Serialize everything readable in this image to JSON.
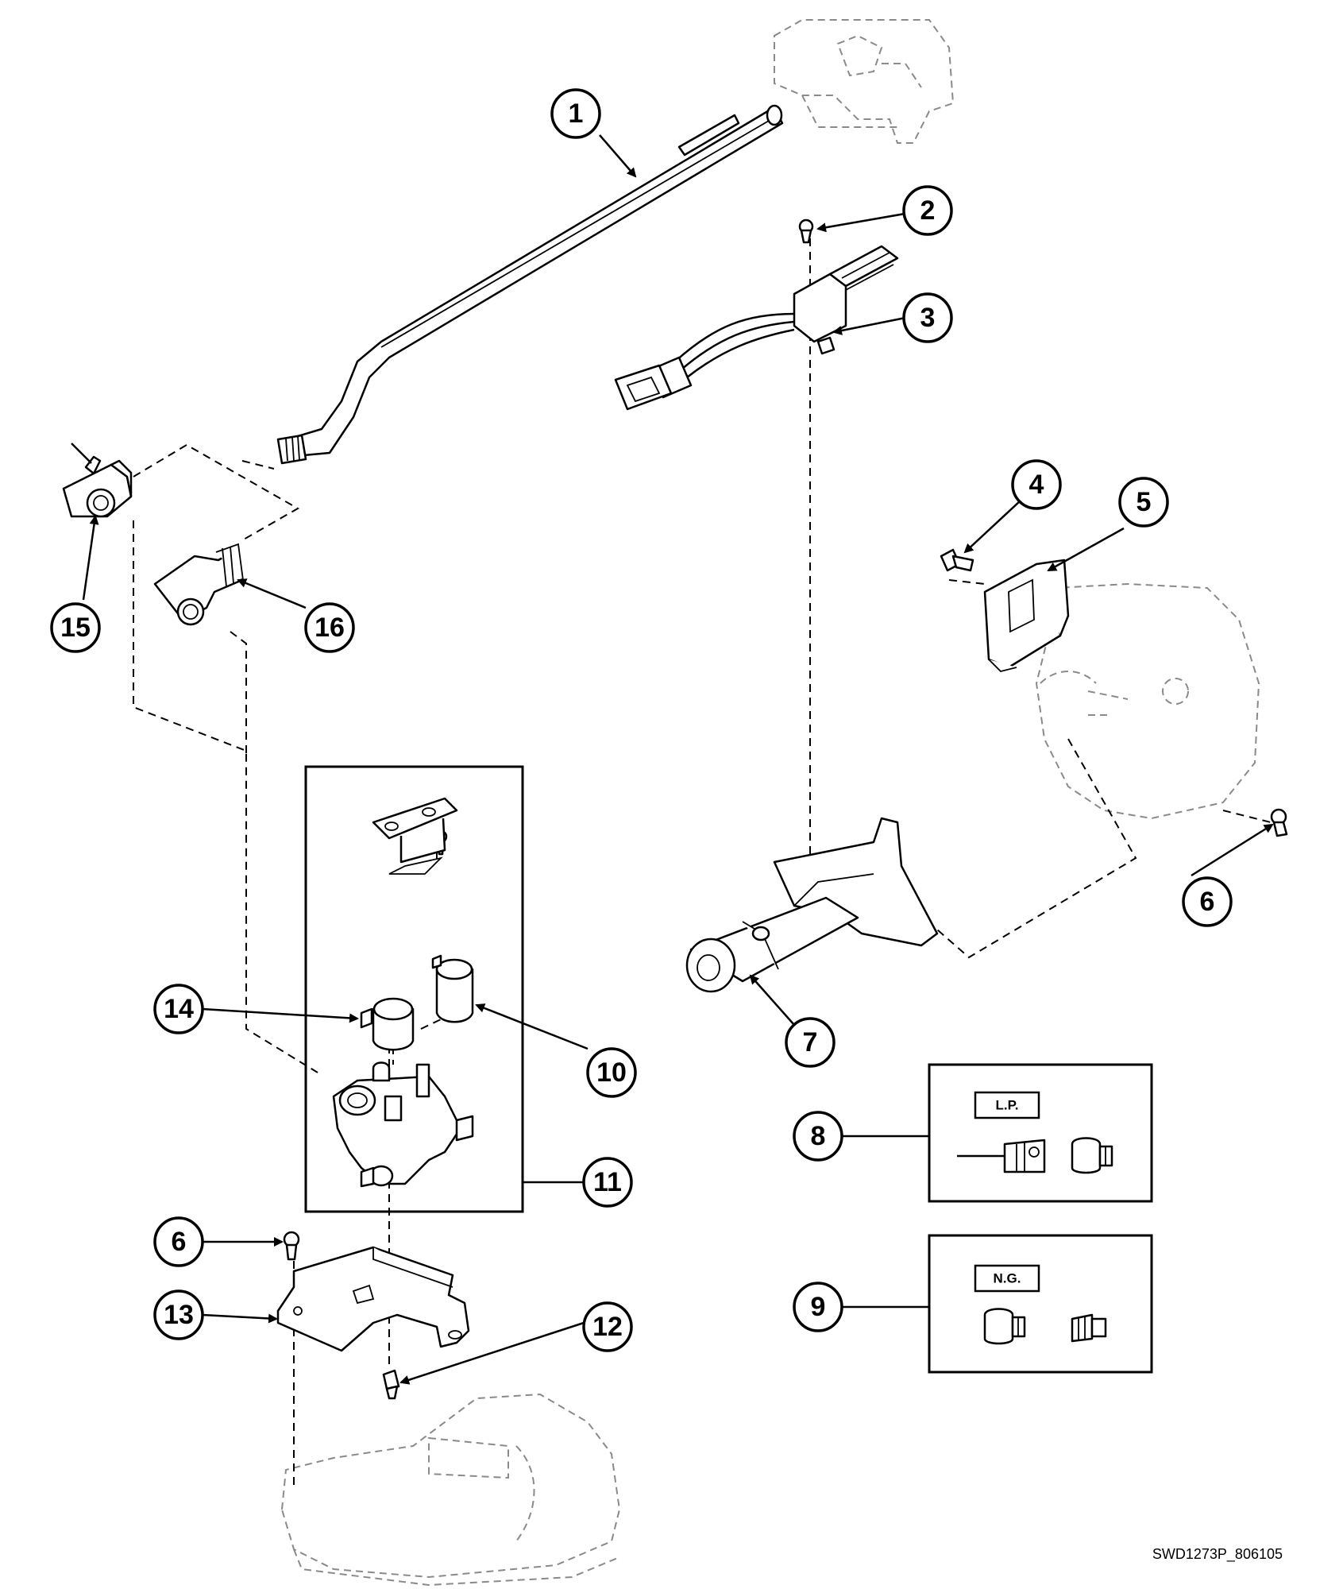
{
  "callouts": [
    "1",
    "2",
    "3",
    "4",
    "5",
    "6",
    "6",
    "7",
    "8",
    "9",
    "10",
    "11",
    "12",
    "13",
    "14",
    "15",
    "16"
  ],
  "kits": {
    "lp_label": "L.P.",
    "ng_label": "N.G."
  },
  "drawing_code": "SWD1273P_806105",
  "colors": {
    "line": "#000000",
    "ghost": "#8a8a8a",
    "background": "#ffffff"
  }
}
